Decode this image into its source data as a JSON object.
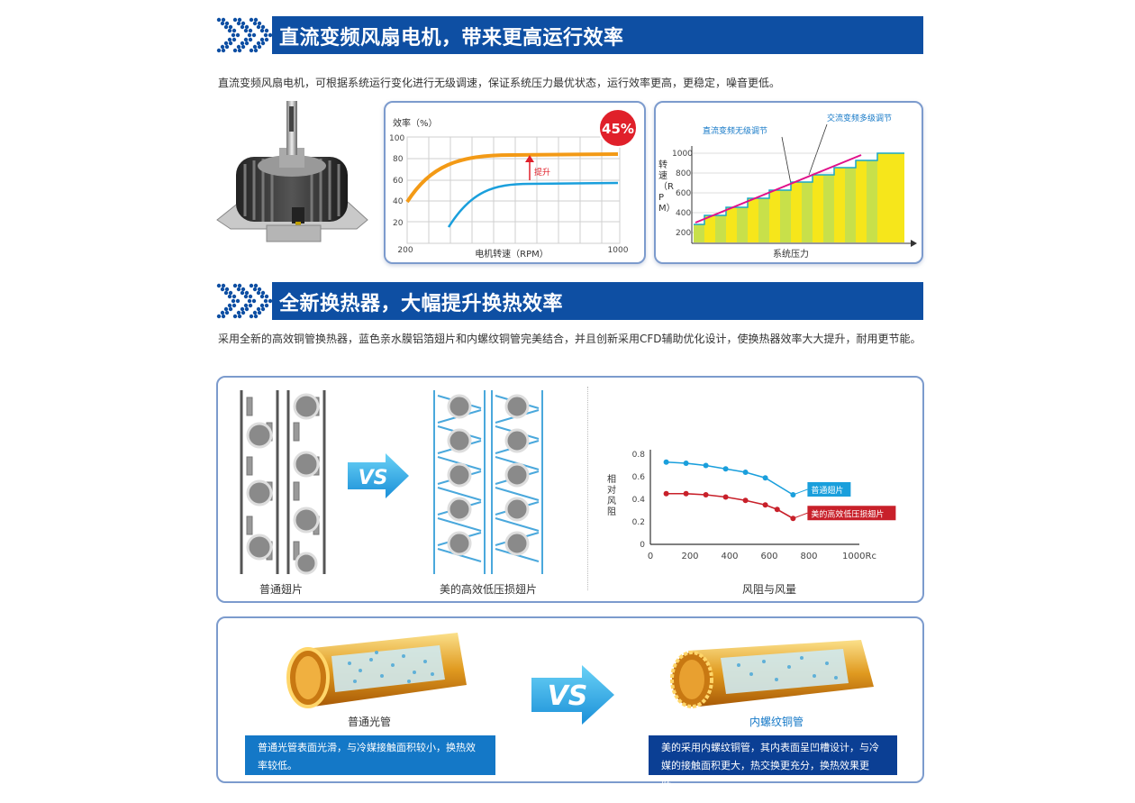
{
  "section1": {
    "title": "直流变频风扇电机，带来更高运行效率",
    "description": "直流变频风扇电机，可根据系统运行变化进行无级调速，保证系统压力最优状态，运行效率更高，更稳定，噪音更低。"
  },
  "chart1": {
    "type": "line",
    "ylabel": "效率（%）",
    "xlabel": "电机转速（RPM）",
    "yticks": [
      "100",
      "80",
      "60",
      "40",
      "20"
    ],
    "xticks": [
      "200",
      "1000"
    ],
    "badge": "45%",
    "arrow_label": "提升",
    "colors": {
      "orange": "#f39a16",
      "blue": "#1a9fdc",
      "red": "#e0202a"
    }
  },
  "chart2": {
    "type": "bar",
    "ylabel": "转速（RPM）",
    "xlabel": "系统压力",
    "yticks": [
      "1000",
      "800",
      "600",
      "400",
      "200"
    ],
    "label_dc": "直流变频无级调节",
    "label_ac": "交流变频多级调节"
  },
  "section2": {
    "title": "全新换热器，大幅提升换热效率",
    "description": "采用全新的高效铜管换热器，蓝色亲水膜铝箔翅片和内螺纹铜管完美结合，并且创新采用CFD辅助优化设计，使换热器效率大大提升，耐用更节能。"
  },
  "fins": {
    "left_caption": "普通翅片",
    "right_caption": "美的高效低压损翅片",
    "vs": "VS"
  },
  "chart_data": {
    "type": "line",
    "title": "风阻与风量",
    "ylabel": "相对风阻",
    "xlabel": "",
    "x_unit": "1000Rc",
    "xticks": [
      "0",
      "200",
      "400",
      "600",
      "800",
      "1000Rc"
    ],
    "yticks": [
      "0",
      "0.2",
      "0.4",
      "0.6",
      "0.8"
    ],
    "xlim": [
      0,
      1000
    ],
    "ylim": [
      0,
      0.8
    ],
    "series": [
      {
        "name": "普通翅片",
        "color": "#1a9fdc",
        "x": [
          80,
          180,
          280,
          380,
          480,
          580,
          720
        ],
        "y": [
          0.73,
          0.72,
          0.7,
          0.67,
          0.64,
          0.59,
          0.44
        ]
      },
      {
        "name": "美的高效低压损翅片",
        "color": "#c8202a",
        "x": [
          80,
          180,
          280,
          380,
          480,
          580,
          640,
          720
        ],
        "y": [
          0.45,
          0.45,
          0.44,
          0.42,
          0.39,
          0.35,
          0.31,
          0.23
        ]
      }
    ]
  },
  "tubes": {
    "left_caption": "普通光管",
    "right_caption": "内螺纹铜管",
    "vs": "VS",
    "left_note": "普通光管表面光滑，与冷媒接触面积较小，换热效率较低。",
    "right_note": "美的采用内螺纹铜管，其内表面呈凹槽设计，与冷媒的接触面积更大，热交换更充分，换热效果更好。"
  }
}
